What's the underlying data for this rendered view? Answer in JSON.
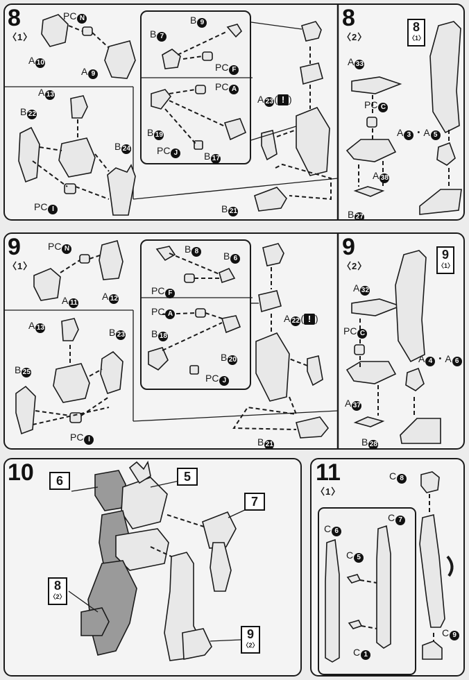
{
  "step8": {
    "num": "8",
    "sub1": "〈1〉",
    "sub2": "〈2〉",
    "labels": {
      "pcn": "PC",
      "pcn_n": "N",
      "a10": "A",
      "a10_n": "10",
      "a9": "A",
      "a9_n": "9",
      "a13": "A",
      "a13_n": "13",
      "b22": "B",
      "b22_n": "22",
      "b24": "B",
      "b24_n": "24",
      "pci": "PC",
      "pci_n": "I",
      "b9": "B",
      "b9_n": "9",
      "b7": "B",
      "b7_n": "7",
      "pcf": "PC",
      "pcf_n": "F",
      "pca": "PC",
      "pca_n": "A",
      "b19": "B",
      "b19_n": "19",
      "pcj": "PC",
      "pcj_n": "J",
      "b17": "B",
      "b17_n": "17",
      "a23": "A",
      "a23_n": "23",
      "a23_paren_open": "(",
      "a23_paren_close": ")",
      "b21": "B",
      "b21_n": "21",
      "a33": "A",
      "a33_n": "33",
      "pcc": "PC",
      "pcc_n": "C",
      "a38": "A",
      "a38_n": "38",
      "b27": "B",
      "b27_n": "27",
      "a3a5": "A",
      "a3_n": "3",
      "dot": "・",
      "a5": "A",
      "a5_n": "5",
      "ref_num": "8",
      "ref_sub": "〈1〉"
    }
  },
  "step9": {
    "num": "9",
    "sub1": "〈1〉",
    "sub2": "〈2〉",
    "labels": {
      "pcn": "PC",
      "pcn_n": "N",
      "a11": "A",
      "a11_n": "11",
      "a12": "A",
      "a12_n": "12",
      "a13": "A",
      "a13_n": "13",
      "b23": "B",
      "b23_n": "23",
      "b25": "B",
      "b25_n": "25",
      "pci": "PC",
      "pci_n": "I",
      "b8": "B",
      "b8_n": "8",
      "b6": "B",
      "b6_n": "6",
      "pcf": "PC",
      "pcf_n": "F",
      "pca": "PC",
      "pca_n": "A",
      "b18": "B",
      "b18_n": "18",
      "b20": "B",
      "b20_n": "20",
      "pcj": "PC",
      "pcj_n": "J",
      "a22": "A",
      "a22_n": "22",
      "a22_paren_open": "(",
      "a22_paren_close": ")",
      "b21": "B",
      "b21_n": "21",
      "a32": "A",
      "a32_n": "32",
      "pcc": "PC",
      "pcc_n": "C",
      "a37": "A",
      "a37_n": "37",
      "b28": "B",
      "b28_n": "28",
      "a4": "A",
      "a4_n": "4",
      "dot": "・",
      "a6": "A",
      "a6_n": "6",
      "ref_num": "9",
      "ref_sub": "〈1〉"
    }
  },
  "step10": {
    "num": "10",
    "ref6": "6",
    "ref5": "5",
    "ref7": "7",
    "ref8": "8",
    "ref8_sub": "〈2〉",
    "ref9": "9",
    "ref9_sub": "〈2〉"
  },
  "step11": {
    "num": "11",
    "sub": "〈1〉",
    "labels": {
      "c8": "C",
      "c8_n": "8",
      "c6": "C",
      "c6_n": "6",
      "c7": "C",
      "c7_n": "7",
      "c5": "C",
      "c5_n": "5",
      "c1": "C",
      "c1_n": "1",
      "c9": "C",
      "c9_n": "9"
    }
  },
  "excl": "!",
  "colors": {
    "ink": "#1a1a1a",
    "panel": "#f4f4f4",
    "shade": "#9a9a9a"
  }
}
